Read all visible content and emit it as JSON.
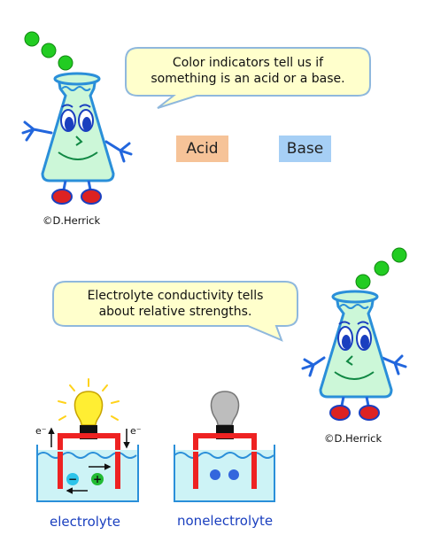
{
  "bubble1": {
    "line1": "Color indicators tell us if",
    "line2": "something is an acid or a base."
  },
  "labels": {
    "acid": "Acid",
    "base": "Base"
  },
  "bubble2": {
    "line1": "Electrolyte conductivity tells",
    "line2": "about relative strengths."
  },
  "credits": {
    "top": "©D.Herrick",
    "bottom": "©D.Herrick"
  },
  "apparatus": {
    "electron_left": "e⁻",
    "electron_right": "e⁻",
    "ion_negative": "−",
    "ion_positive": "+",
    "caption_left": "electrolyte",
    "caption_right": "nonelectrolyte"
  },
  "colors": {
    "acid_bg": "#f6c398",
    "base_bg": "#a6cff5",
    "bubble_fill": "#ffffcc",
    "flask_fill": "#ccf7d8",
    "flask_outline": "#2a8fd9",
    "bubble_green": "#22cc22",
    "electrode_red": "#ee2222",
    "water": "#cdf3f6",
    "bulb_lit": "#ffee33",
    "bulb_off": "#bdbdbd"
  }
}
